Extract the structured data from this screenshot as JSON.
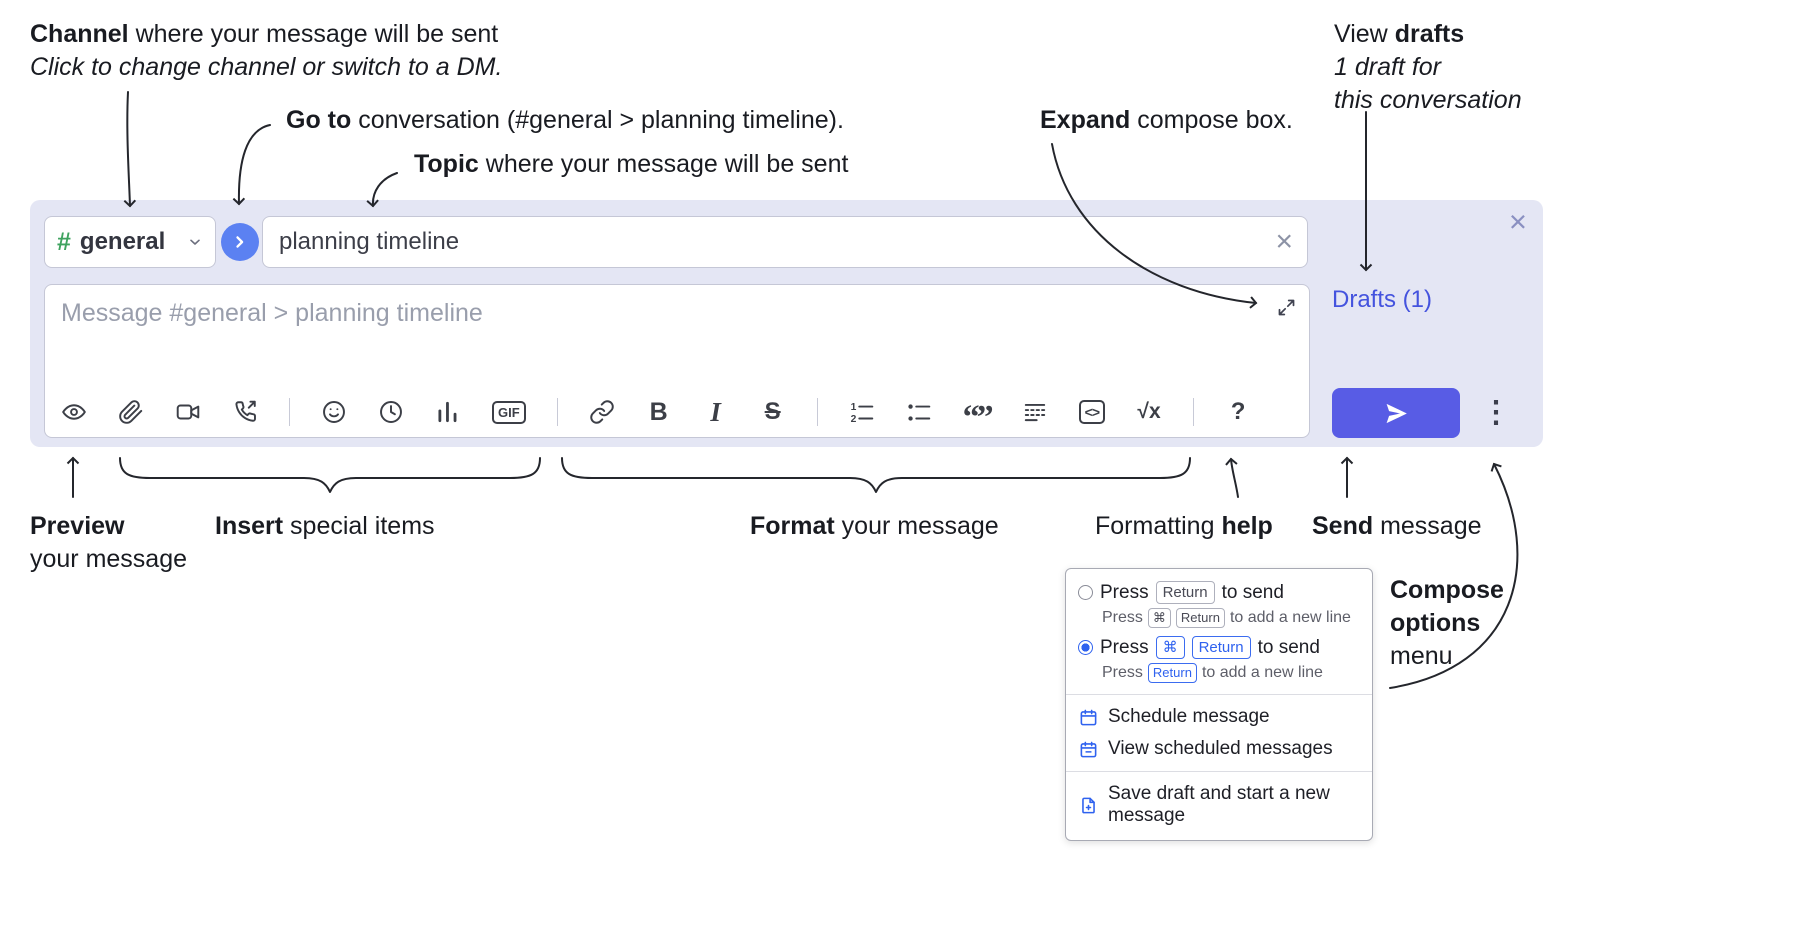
{
  "annotations": {
    "channel": {
      "bold": "Channel",
      "rest": " where your message will be sent",
      "sub": "Click to change channel or switch to a DM."
    },
    "go_to": {
      "bold": "Go to",
      "rest": " conversation (#general > planning timeline)."
    },
    "topic": {
      "bold": "Topic",
      "rest": " where your message will be sent"
    },
    "expand": {
      "bold": "Expand",
      "rest": " compose box."
    },
    "view_drafts": {
      "pre": "View ",
      "bold": "drafts",
      "sub1": "1 draft for",
      "sub2": "this conversation"
    },
    "preview": {
      "bold": "Preview",
      "sub": "your message"
    },
    "insert": {
      "bold": "Insert",
      "rest": " special items"
    },
    "format": {
      "bold": "Format",
      "rest": " your message"
    },
    "formatting_help": {
      "pre": "Formatting ",
      "bold": "help"
    },
    "send": {
      "bold": "Send",
      "rest": " message"
    },
    "compose_options": {
      "bold": "Compose options",
      "rest": "menu"
    }
  },
  "compose": {
    "channel_hash": "#",
    "channel_name": "general",
    "topic_value": "planning timeline",
    "topic_clear_x": "×",
    "close_x": "×",
    "message_placeholder": "Message #general > planning timeline",
    "drafts_link": "Drafts (1)",
    "overflow_ellipsis": "⋮"
  },
  "toolbar": {
    "gif": "GIF",
    "bold": "B",
    "italic": "I",
    "strike": "S",
    "quote": "“”",
    "code": "<>",
    "math": "√x",
    "help": "?"
  },
  "popup": {
    "option_return": {
      "press": "Press",
      "key_return": "Return",
      "suffix": "to send",
      "sub_press": "Press",
      "sub_key_cmd": "⌘",
      "sub_key_return": "Return",
      "sub_suffix": "to add a new line"
    },
    "option_cmd_return": {
      "press": "Press",
      "key_cmd": "⌘",
      "key_return": "Return",
      "suffix": "to send",
      "sub_press": "Press",
      "sub_key_return": "Return",
      "sub_suffix": "to add a new line"
    },
    "schedule": "Schedule message",
    "view_scheduled": "View scheduled messages",
    "save_draft": "Save draft and start a new message"
  },
  "colors": {
    "compose_bg": "#e4e6f4",
    "accent_blue": "#585ce5",
    "link_blue": "#4453de",
    "channel_green": "#3fa35f",
    "popup_blue": "#2f62ef"
  }
}
